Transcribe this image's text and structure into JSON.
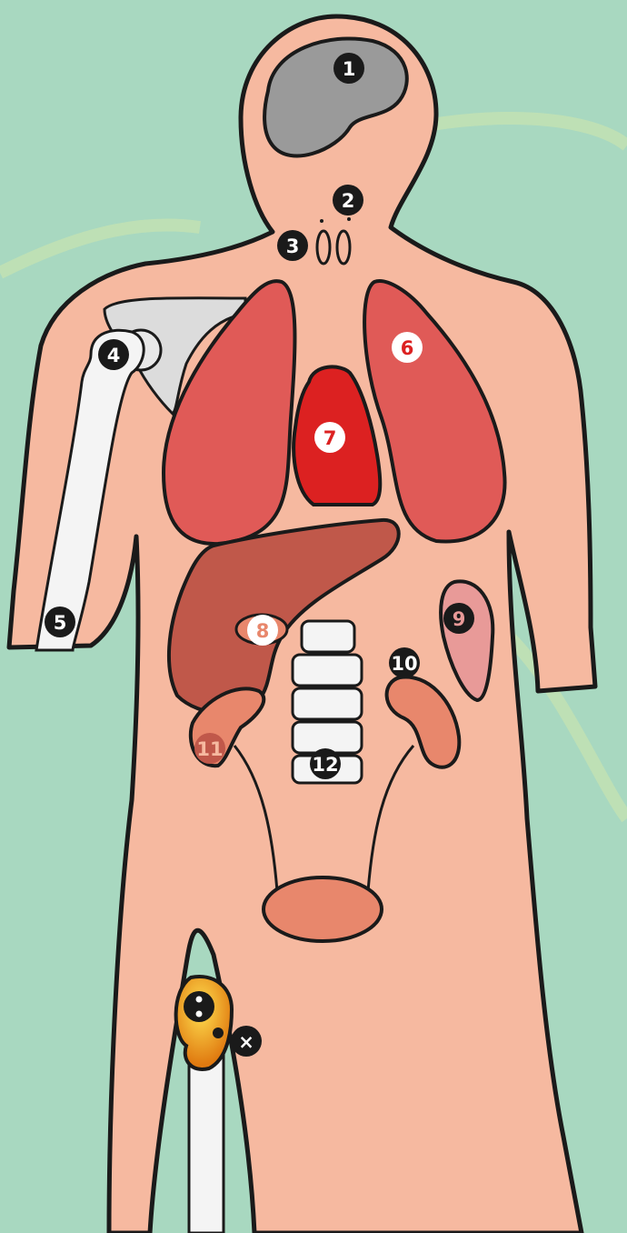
{
  "colors": {
    "background": "#a8d8c0",
    "skin": "#f6b9a0",
    "outline": "#1a1a1a",
    "brain": "#9a9a9a",
    "lung": "#e05a57",
    "heart": "#dc2121",
    "liver": "#c0584a",
    "kidney": "#e8876c",
    "spleen": "#e89a98",
    "bone": "#f4f4f4",
    "femur_head": "#f0a020",
    "label_dark": "#1a1a1a"
  },
  "labels": [
    {
      "id": "brain",
      "text": "1",
      "style": "dark"
    },
    {
      "id": "neck-nerve",
      "text": "2",
      "style": "dark"
    },
    {
      "id": "thyroid",
      "text": "3",
      "style": "dark"
    },
    {
      "id": "shoulder-joint",
      "text": "4",
      "style": "dark"
    },
    {
      "id": "humerus",
      "text": "5",
      "style": "dark"
    },
    {
      "id": "lung",
      "text": "6",
      "style": "white-red"
    },
    {
      "id": "heart",
      "text": "7",
      "style": "white-red"
    },
    {
      "id": "gallbladder",
      "text": "8",
      "style": "white-salmon"
    },
    {
      "id": "spleen",
      "text": "9",
      "style": "dark-pink"
    },
    {
      "id": "kidney",
      "text": "10",
      "style": "dark"
    },
    {
      "id": "right-kidney",
      "text": "11",
      "style": "salmon-dark"
    },
    {
      "id": "spine",
      "text": "12",
      "style": "dark"
    }
  ],
  "femur_markers": {
    "dots_icon": "colon-dots-icon",
    "close_icon": "close-x-icon",
    "close_symbol": "×"
  }
}
